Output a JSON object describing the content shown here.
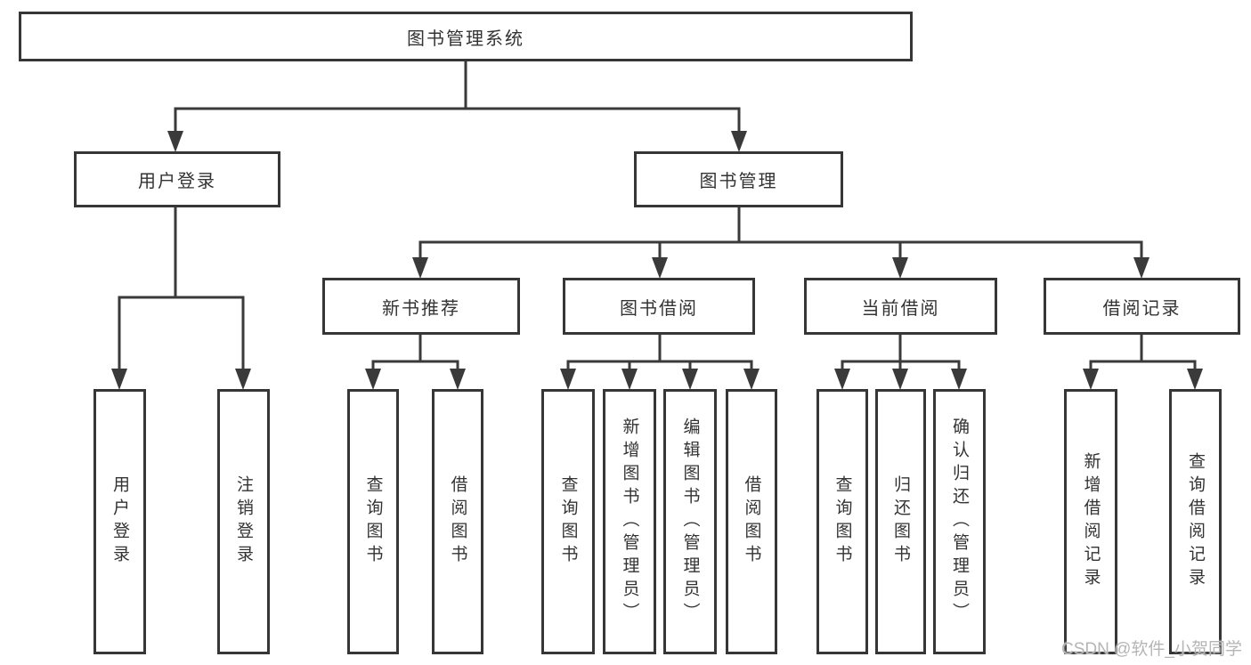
{
  "tree": {
    "root": {
      "label": "图书管理系统"
    },
    "level2": [
      {
        "label": "用户登录"
      },
      {
        "label": "图书管理"
      }
    ],
    "level3": [
      {
        "label": "新书推荐"
      },
      {
        "label": "图书借阅"
      },
      {
        "label": "当前借阅"
      },
      {
        "label": "借阅记录"
      }
    ],
    "leaves_user_login": [
      {
        "label": "用户登录"
      },
      {
        "label": "注销登录"
      }
    ],
    "leaves_new_book": [
      {
        "label": "查询图书"
      },
      {
        "label": "借阅图书"
      }
    ],
    "leaves_book_borrow": [
      {
        "label": "查询图书"
      },
      {
        "label": "新增图书（管理员）"
      },
      {
        "label": "编辑图书（管理员）"
      },
      {
        "label": "借阅图书"
      }
    ],
    "leaves_current_borrow": [
      {
        "label": "查询图书"
      },
      {
        "label": "归还图书"
      },
      {
        "label": "确认归还（管理员）"
      }
    ],
    "leaves_borrow_records": [
      {
        "label": "新增借阅记录"
      },
      {
        "label": "查询借阅记录"
      }
    ]
  },
  "watermark": {
    "text": "CSDN @软件_小贺同学",
    "color": "#b5b5b5"
  },
  "colors": {
    "line": "#3a3a3a",
    "box_border": "#363636",
    "text": "#333333",
    "background": "#ffffff"
  }
}
